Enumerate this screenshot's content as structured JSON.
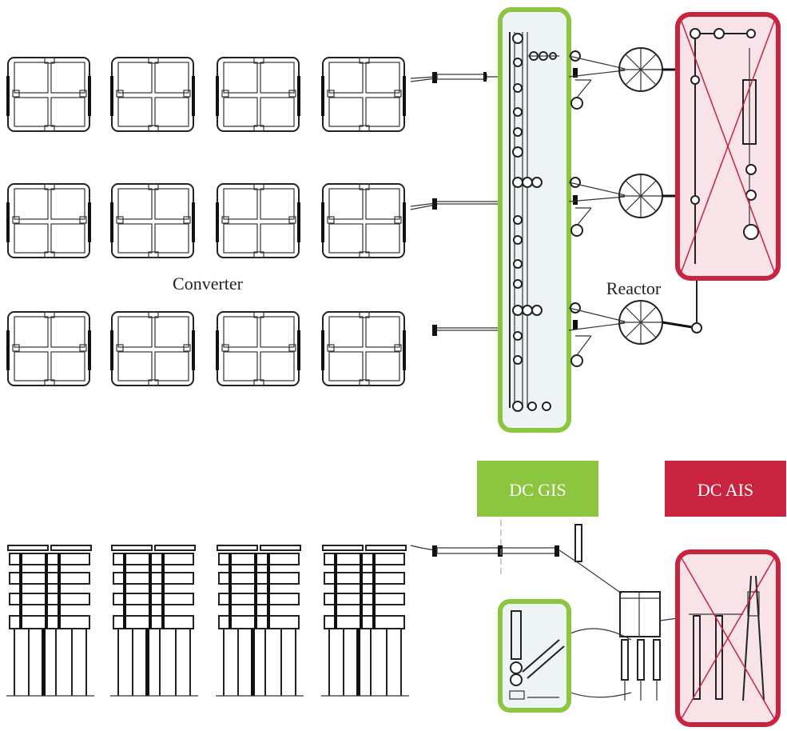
{
  "labels": {
    "converter": "Converter",
    "reactor": "Reactor",
    "dc_gis": "DC GIS",
    "dc_ais": "DC AIS"
  },
  "colors": {
    "gis_green": "#8cc63f",
    "gis_fill": "#eef3f6",
    "ais_red": "#c8233f",
    "ais_fill": "#f7e3e8",
    "line": "#222222"
  }
}
